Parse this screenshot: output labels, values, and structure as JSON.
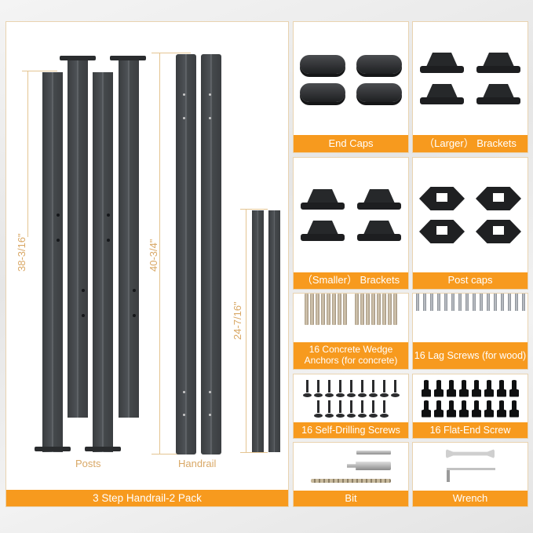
{
  "main_panel": {
    "title": "3 Step Handrail-2 Pack",
    "captions": {
      "posts": "Posts",
      "handrail": "Handrail"
    },
    "dimensions": {
      "posts_height": "38-3/16\"",
      "handrail_length": "40-3/4\"",
      "short_rail_length": "24-7/16\""
    },
    "colors": {
      "accent": "#f79a1e",
      "dimension": "#d9a866",
      "border": "#e9d3b0",
      "metal": "#3f4346"
    }
  },
  "parts": [
    {
      "id": "end-caps",
      "label": "End Caps",
      "count": 4
    },
    {
      "id": "larger-brackets",
      "label": "（Larger） Brackets",
      "count": 4
    },
    {
      "id": "smaller-brackets",
      "label": "（Smaller） Brackets",
      "count": 4
    },
    {
      "id": "post-caps",
      "label": "Post caps",
      "count": 4
    },
    {
      "id": "concrete-anchors",
      "label": "16 Concrete Wedge Anchors (for concrete)",
      "count": 16
    },
    {
      "id": "lag-screws",
      "label": "16 Lag Screws (for wood)",
      "count": 16
    },
    {
      "id": "self-drilling-screws",
      "label": "16 Self-Drilling Screws",
      "count": 16
    },
    {
      "id": "flat-end-screws",
      "label": "16 Flat-End Screw",
      "count": 16
    },
    {
      "id": "bit",
      "label": "Bit",
      "count": 3
    },
    {
      "id": "wrench",
      "label": "Wrench",
      "count": 2
    }
  ]
}
